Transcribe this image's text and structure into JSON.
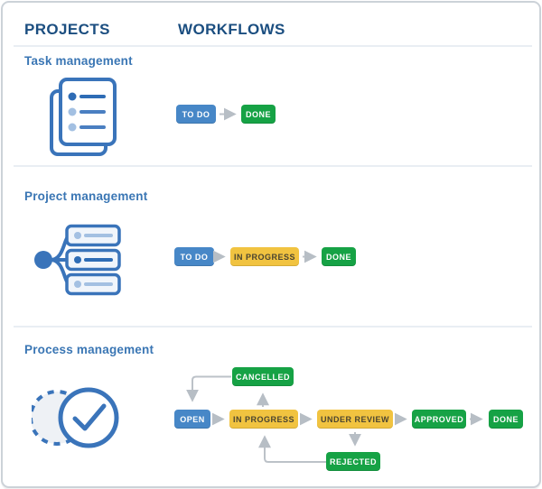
{
  "header": {
    "projects": "PROJECTS",
    "workflows": "WORKFLOWS"
  },
  "sections": [
    {
      "title": "Task management",
      "icon": "task-list-pages-icon",
      "workflow": [
        {
          "label": "TO DO",
          "status": "todo",
          "color": "#4787c7"
        },
        {
          "label": "DONE",
          "status": "done",
          "color": "#16a245"
        }
      ],
      "transitions": [
        "TO DO -> DONE"
      ]
    },
    {
      "title": "Project management",
      "icon": "project-items-tree-icon",
      "workflow": [
        {
          "label": "TO DO",
          "status": "todo",
          "color": "#4787c7"
        },
        {
          "label": "IN PROGRESS",
          "status": "inprogress",
          "color": "#f1c340"
        },
        {
          "label": "DONE",
          "status": "done",
          "color": "#16a245"
        }
      ],
      "transitions": [
        "TO DO -> IN PROGRESS",
        "IN PROGRESS -> DONE"
      ]
    },
    {
      "title": "Process management",
      "icon": "process-check-circle-icon",
      "nodes": {
        "open": {
          "label": "OPEN",
          "status": "open",
          "color": "#4787c7"
        },
        "in_progress": {
          "label": "IN PROGRESS",
          "status": "inprogress",
          "color": "#f1c340"
        },
        "under_review": {
          "label": "UNDER REVIEW",
          "status": "review",
          "color": "#f1c340"
        },
        "approved": {
          "label": "APPROVED",
          "status": "approved",
          "color": "#16a245"
        },
        "done": {
          "label": "DONE",
          "status": "done",
          "color": "#16a245"
        },
        "cancelled": {
          "label": "CANCELLED",
          "status": "cancelled",
          "color": "#16a245"
        },
        "rejected": {
          "label": "REJECTED",
          "status": "rejected",
          "color": "#16a245"
        }
      },
      "transitions": [
        "OPEN -> IN PROGRESS",
        "IN PROGRESS -> UNDER REVIEW",
        "UNDER REVIEW -> APPROVED",
        "APPROVED -> DONE",
        "IN PROGRESS -> CANCELLED",
        "CANCELLED -> OPEN",
        "UNDER REVIEW -> REJECTED",
        "REJECTED -> IN PROGRESS"
      ]
    }
  ],
  "colors": {
    "header_navy": "#1b4e80",
    "section_title_blue": "#3a76b4",
    "badge_blue": "#4787c7",
    "badge_yellow": "#f1c340",
    "badge_yellow_text": "#4a4430",
    "badge_green": "#16a245",
    "icon_blue": "#3a74ba",
    "icon_light_blue": "#a3c0e2",
    "arrow_gray": "#bcc2c8",
    "divider_gray": "#e9eef3",
    "card_border": "#ccd2d8"
  }
}
